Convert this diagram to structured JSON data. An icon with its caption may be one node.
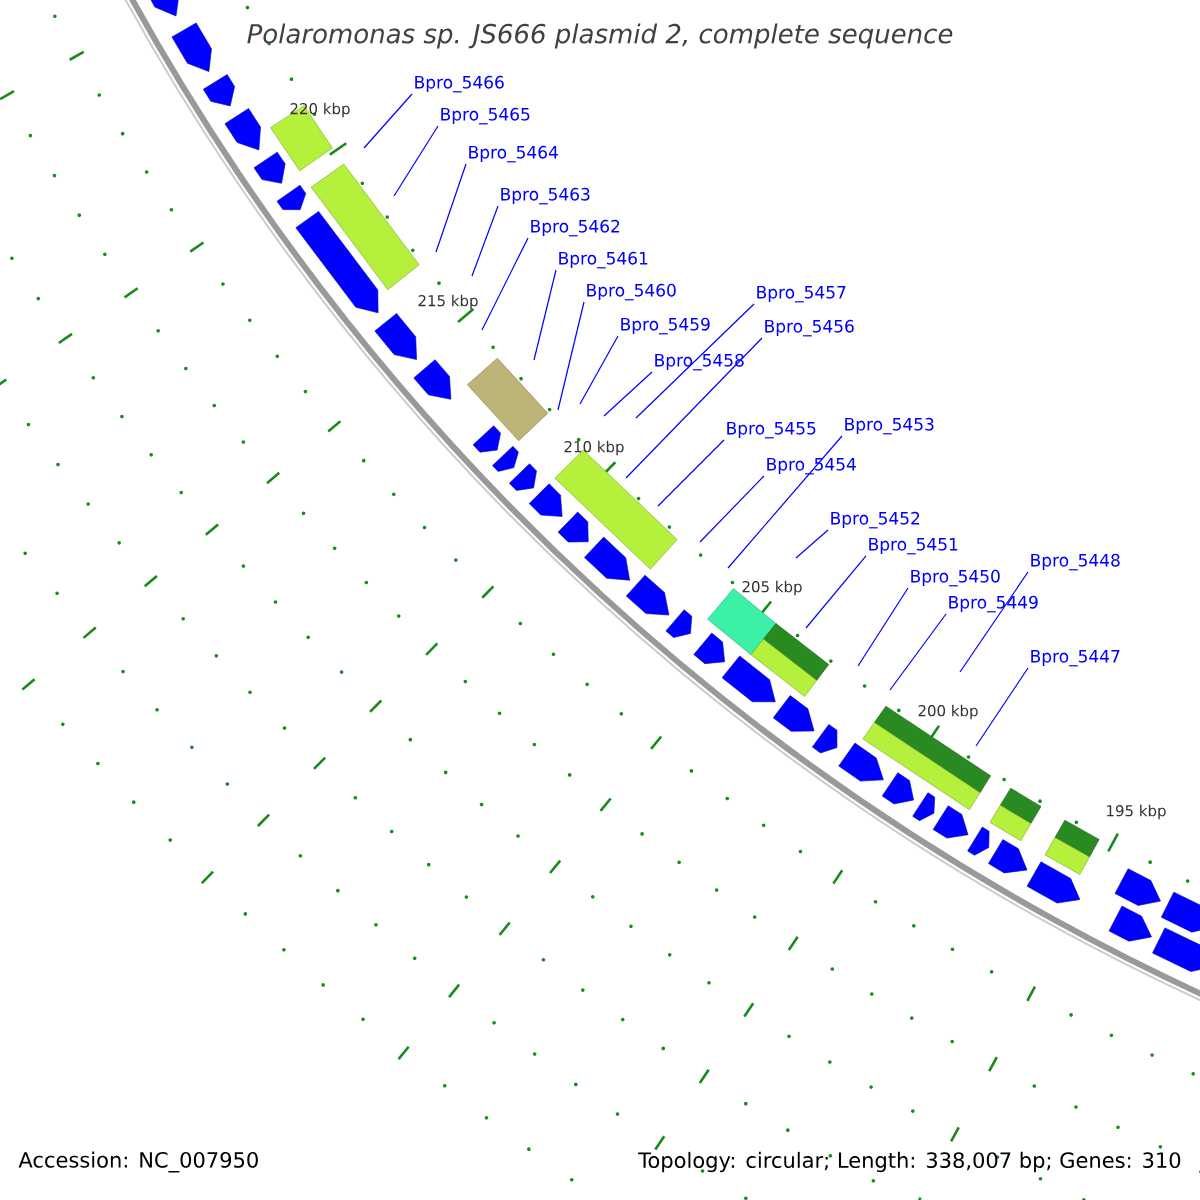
{
  "diagram": {
    "title": "*Polaromonas sp. JS666* plasmid 2, complete sequence",
    "nodes": [
      {
        "text": [
          "Bpro_5466"
        ]
      },
      {
        "text": [
          "Bpro_5465"
        ]
      },
      {
        "text": [
          "Bpro_5464"
        ]
      },
      {
        "text": [
          "Bpro_5463"
        ]
      },
      {
        "text": [
          "Bpro_5462"
        ]
      },
      {
        "text": [
          "Bpro_5461"
        ]
      },
      {
        "text": [
          "Bpro_5460"
        ]
      },
      {
        "text": [
          "Bpro_5459"
        ]
      },
      {
        "text": [
          "Bpro_5458"
        ]
      },
      {
        "text": [
          "Bpro_5457"
        ]
      },
      {
        "text": [
          "Bpro_5456"
        ]
      },
      {
        "text": [
          "Bpro_5455"
        ]
      },
      {
        "text": [
          "Bpro_5454"
        ]
      },
      {
        "text": [
          "Bpro_5453"
        ]
      },
      {
        "text": [
          "Bpro_5452"
        ]
      },
      {
        "text": [
          "Bpro_5451"
        ]
      },
      {
        "text": [
          "Bpro_5450"
        ]
      },
      {
        "text": [
          "Bpro_5449"
        ]
      },
      {
        "text": [
          "Bpro_5448"
        ]
      },
      {
        "text": [
          "Bpro_5447"
        ]
      }
    ],
    "edges": [
      {
        "from": 0,
        "to": null,
        "arrow": "none"
      },
      {
        "from": 1,
        "to": null,
        "arrow": "none"
      },
      {
        "from": 2,
        "to": null,
        "arrow": "none"
      },
      {
        "from": 3,
        "to": null,
        "arrow": "none"
      },
      {
        "from": 4,
        "to": null,
        "arrow": "none"
      },
      {
        "from": 5,
        "to": null,
        "arrow": "none"
      },
      {
        "from": 6,
        "to": null,
        "arrow": "none"
      },
      {
        "from": 7,
        "to": null,
        "arrow": "none"
      },
      {
        "from": 8,
        "to": null,
        "arrow": "none"
      },
      {
        "from": 9,
        "to": null,
        "arrow": "none"
      },
      {
        "from": 10,
        "to": null,
        "arrow": "none"
      },
      {
        "from": 11,
        "to": null,
        "arrow": "none"
      },
      {
        "from": 12,
        "to": null,
        "arrow": "none"
      },
      {
        "from": 13,
        "to": null,
        "arrow": "none"
      },
      {
        "from": 14,
        "to": null,
        "arrow": "none"
      },
      {
        "from": 15,
        "to": null,
        "arrow": "none"
      },
      {
        "from": 16,
        "to": null,
        "arrow": "none"
      },
      {
        "from": 17,
        "to": null,
        "arrow": "none"
      },
      {
        "from": 18,
        "to": null,
        "arrow": "none"
      },
      {
        "from": 19,
        "to": null,
        "arrow": "none"
      }
    ],
    "labels": [
      "220 kbp",
      "215 kbp",
      "210 kbp",
      "205 kbp",
      "200 kbp",
      "195 kbp",
      "Accession: NC_007950",
      "Topology: circular; Length: 338,007 bp; Genes: 310"
    ]
  }
}
